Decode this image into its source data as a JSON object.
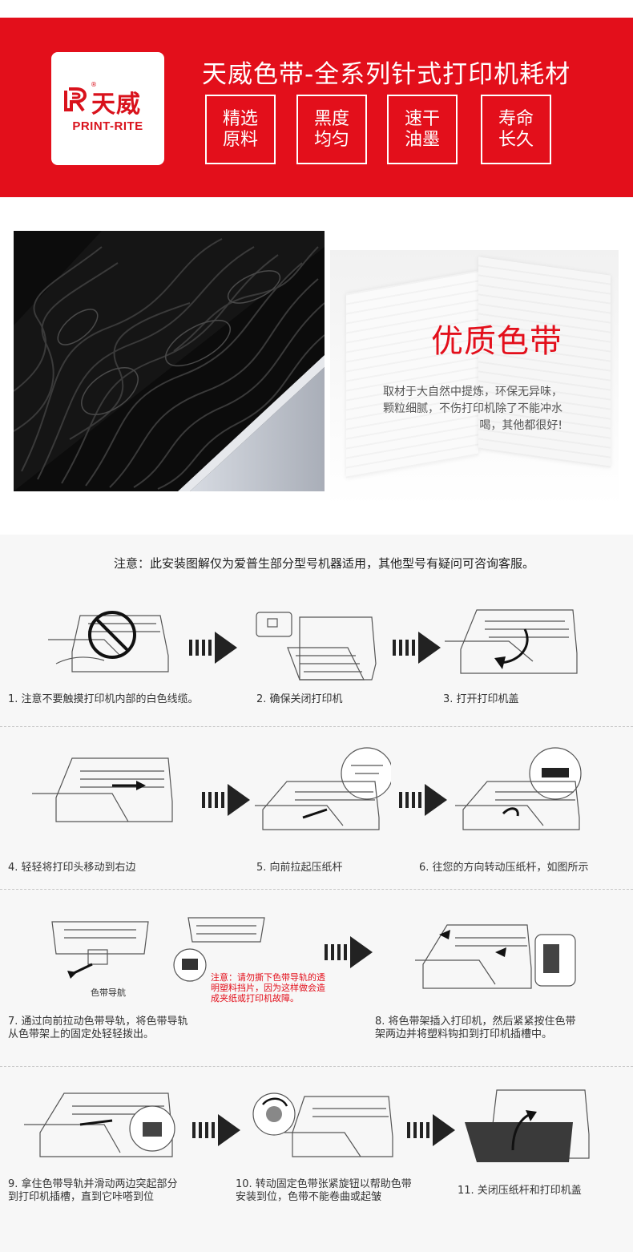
{
  "header": {
    "logo": {
      "cn": "天威",
      "en": "PRINT-RITE",
      "reg": "®"
    },
    "title": "天威色带-全系列针式打印机耗材",
    "features": [
      {
        "line1": "精选",
        "line2": "原料"
      },
      {
        "line1": "黑度",
        "line2": "均匀"
      },
      {
        "line1": "速干",
        "line2": "油墨"
      },
      {
        "line1": "寿命",
        "line2": "长久"
      }
    ]
  },
  "quality": {
    "title": "优质色带",
    "lines": [
      "取材于大自然中提炼，环保无异味，",
      "颗粒细腻，不伤打印机除了不能冲水",
      "喝，其他都很好!"
    ]
  },
  "instructions": {
    "notice": "注意：此安装图解仅为爱普生部分型号机器适用，其他型号有疑问可咨询客服。",
    "steps": [
      {
        "lines": [
          "1. 注意不要触摸打印机内部的白色线缆。"
        ]
      },
      {
        "lines": [
          "2. 确保关闭打印机"
        ]
      },
      {
        "lines": [
          "3. 打开打印机盖"
        ]
      },
      {
        "lines": [
          "4. 轻轻将打印头移动到右边"
        ]
      },
      {
        "lines": [
          "5. 向前拉起压纸杆"
        ]
      },
      {
        "lines": [
          "6. 往您的方向转动压纸杆，如图所示"
        ]
      },
      {
        "lines": [
          "7. 通过向前拉动色带导轨，将色带导轨",
          "   从色带架上的固定处轻轻拨出。"
        ]
      },
      {
        "lines": [
          "8. 将色带架插入打印机，然后紧紧按住色带",
          "   架两边并将塑料钩扣到打印机插槽中。"
        ]
      },
      {
        "lines": [
          "9. 拿住色带导轨并滑动两边突起部分",
          "   到打印机插槽，直到它咔嗒到位"
        ]
      },
      {
        "lines": [
          "10. 转动固定色带张紧旋钮以帮助色带",
          "    安装到位，色带不能卷曲或起皱"
        ]
      },
      {
        "lines": [
          "11. 关闭压纸杆和打印机盖"
        ]
      }
    ],
    "guide_caption": "色带导航",
    "callout": [
      "注意：请勿撕下色带导轨的透",
      "明塑料挡片，因为这样做会造",
      "成夹纸或打印机故障。"
    ]
  },
  "colors": {
    "brand_red": "#e30f1b",
    "white": "#ffffff",
    "text_gray": "#555555"
  },
  "icons": [
    "arrow-right-icon",
    "printer-illustration",
    "no-touch-icon"
  ]
}
